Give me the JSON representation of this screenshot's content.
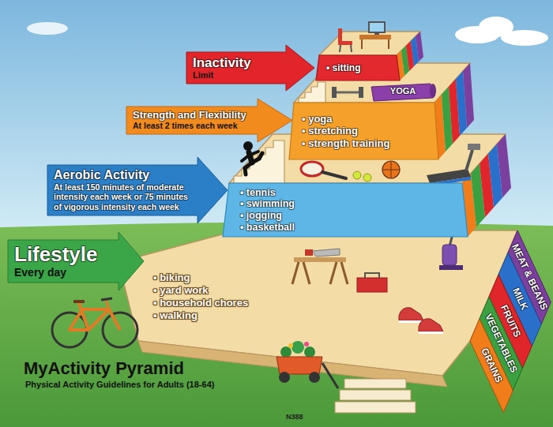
{
  "diagram": {
    "title": "MyActivity Pyramid",
    "caption": "Physical Activity Guidelines for Adults (18-64)",
    "nodes": [
      {
        "text": [
          "Inactivity",
          "Limit"
        ]
      },
      {
        "text": [
          "• sitting"
        ]
      },
      {
        "text": [
          "Strength and Flexibility",
          "At least 2 times each week"
        ]
      },
      {
        "text": [
          "• yoga",
          "• stretching",
          "• strength training"
        ]
      },
      {
        "text": [
          "Aerobic Activity",
          "At least 150 minutes of moderate intensity each week or 75 minutes of vigorous intensity each week"
        ]
      },
      {
        "text": [
          "• tennis",
          "• swimming",
          "• jogging",
          "• basketball"
        ]
      },
      {
        "text": [
          "Lifestyle",
          "Every day"
        ]
      },
      {
        "text": [
          "• biking",
          "• yard work",
          "• household chores",
          "• walking"
        ]
      },
      {
        "text": [
          "MEAT & BEANS"
        ]
      },
      {
        "text": [
          "MILK"
        ]
      },
      {
        "text": [
          "FRUITS"
        ]
      },
      {
        "text": [
          "VEGETABLES"
        ]
      },
      {
        "text": [
          "GRAINS"
        ]
      }
    ],
    "labels": [
      "YOGA",
      "N388"
    ]
  }
}
